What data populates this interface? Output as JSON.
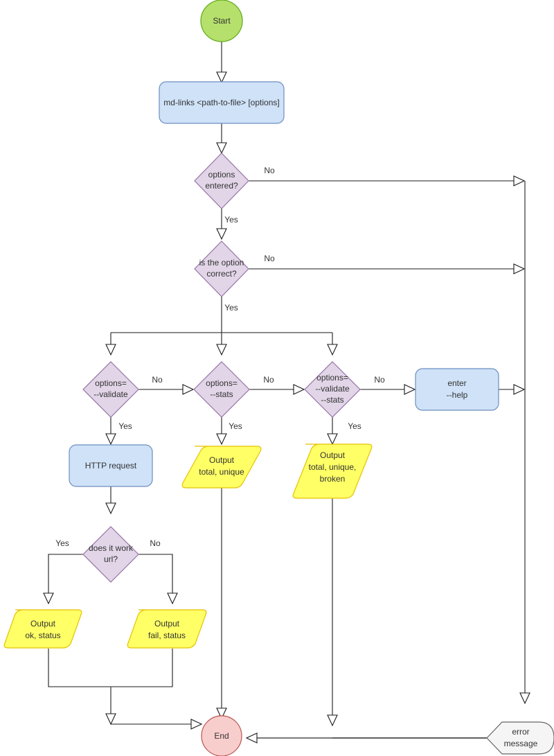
{
  "diagram": {
    "title": "md-links CLI flowchart",
    "type": "flowchart",
    "colors": {
      "start_fill": "#b5e06c",
      "start_stroke": "#60a917",
      "end_fill": "#f8cecc",
      "end_stroke": "#b85450",
      "process_fill": "#cfe2f8",
      "process_stroke": "#6c8ebf",
      "decision_fill": "#e1d5e7",
      "decision_stroke": "#9673a6",
      "output_fill": "#ffff66",
      "output_stroke": "#e5c100",
      "display_fill": "#f5f5f5",
      "display_stroke": "#666666",
      "edge": "#4d4d4d",
      "text": "#333333"
    },
    "nodes": {
      "start": {
        "id": "start",
        "label": "Start",
        "shape": "circle"
      },
      "cmd": {
        "id": "cmd",
        "label": "md-links <path-to-file> [options]",
        "shape": "process"
      },
      "options_entered": {
        "id": "options_entered",
        "label_line1": "options",
        "label_line2": "entered?",
        "shape": "decision"
      },
      "option_correct": {
        "id": "option_correct",
        "label_line1": "is the option",
        "label_line2": "correct?",
        "shape": "decision"
      },
      "opt_validate": {
        "id": "opt_validate",
        "label_line1": "options=",
        "label_line2": "--validate",
        "shape": "decision"
      },
      "opt_stats": {
        "id": "opt_stats",
        "label_line1": "options=",
        "label_line2": "--stats",
        "shape": "decision"
      },
      "opt_validate_stats": {
        "id": "opt_validate_stats",
        "label_line1": "options=",
        "label_line2": "--validate",
        "label_line3": "--stats",
        "shape": "decision"
      },
      "enter_help": {
        "id": "enter_help",
        "label_line1": "enter",
        "label_line2": "--help",
        "shape": "process"
      },
      "http_request": {
        "id": "http_request",
        "label": "HTTP request",
        "shape": "process"
      },
      "output_total_unique": {
        "id": "output_total_unique",
        "label_line1": "Output",
        "label_line2": "total, unique",
        "shape": "output"
      },
      "output_total_unique_broken": {
        "id": "output_total_unique_broken",
        "label_line1": "Output",
        "label_line2": "total, unique,",
        "label_line3": "broken",
        "shape": "output"
      },
      "does_it_work": {
        "id": "does_it_work",
        "label_line1": "does it work",
        "label_line2": "url?",
        "shape": "decision"
      },
      "output_ok": {
        "id": "output_ok",
        "label_line1": "Output",
        "label_line2": "ok, status",
        "shape": "output"
      },
      "output_fail": {
        "id": "output_fail",
        "label_line1": "Output",
        "label_line2": "fail, status",
        "shape": "output"
      },
      "error_message": {
        "id": "error_message",
        "label_line1": "error",
        "label_line2": "message",
        "shape": "display"
      },
      "end": {
        "id": "end",
        "label": "End",
        "shape": "circle"
      }
    },
    "edge_labels": {
      "options_entered_no": "No",
      "options_entered_yes": "Yes",
      "option_correct_no": "No",
      "option_correct_yes": "Yes",
      "opt_validate_no": "No",
      "opt_validate_yes": "Yes",
      "opt_stats_no": "No",
      "opt_stats_yes": "Yes",
      "opt_validate_stats_no": "No",
      "opt_validate_stats_yes": "Yes",
      "does_it_work_yes": "Yes",
      "does_it_work_no": "No"
    }
  }
}
